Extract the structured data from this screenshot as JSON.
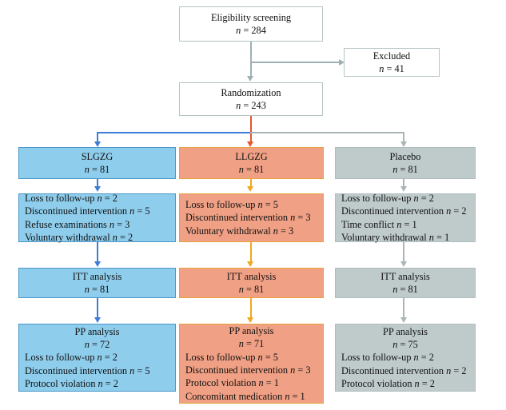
{
  "figure": {
    "kind": "consort-flow-diagram",
    "background": "#ffffff",
    "colors": {
      "group_slgzg_fill": "#8ecdec",
      "group_slgzg_border": "#4a96c8",
      "group_llgzg_fill": "#f0a084",
      "group_llgzg_border": "#e8a33c",
      "group_placebo_fill": "#bfcacb",
      "group_placebo_border": "#b0bcbd",
      "plain_box_fill": "#ffffff",
      "plain_box_border": "#b6c4c6",
      "arrow_blue": "#3b7dd8",
      "arrow_gold": "#f0a81e",
      "arrow_gray": "#a9b5b7",
      "arrow_red": "#e8552a"
    }
  },
  "nodes": {
    "eligibility": {
      "line1": "Eligibility screening",
      "n_label": "n",
      "n_value": " = 284"
    },
    "excluded": {
      "line1": "Excluded",
      "n_label": "n",
      "n_value": " = 41"
    },
    "randomization": {
      "line1": "Randomization",
      "n_label": "n",
      "n_value": " = 243"
    },
    "group_slgzg": {
      "line1": "SLGZG",
      "n_label": "n",
      "n_value": " = 81"
    },
    "group_llgzg": {
      "line1": "LLGZG",
      "n_label": "n",
      "n_value": " = 81"
    },
    "group_placebo": {
      "line1": "Placebo",
      "n_label": "n",
      "n_value": " = 81"
    },
    "attrition_slgzg": {
      "rows": [
        {
          "text": "Loss to follow-up ",
          "n_label": "n",
          "n_value": " = 2"
        },
        {
          "text": "Discontinued intervention ",
          "n_label": "n",
          "n_value": " = 5"
        },
        {
          "text": "Refuse examinations ",
          "n_label": "n",
          "n_value": " = 3"
        },
        {
          "text": "Voluntary withdrawal ",
          "n_label": "n",
          "n_value": " = 2"
        }
      ]
    },
    "attrition_llgzg": {
      "rows": [
        {
          "text": "Loss to follow-up ",
          "n_label": "n",
          "n_value": " = 5"
        },
        {
          "text": "Discontinued intervention ",
          "n_label": "n",
          "n_value": " = 3"
        },
        {
          "text": "Voluntary withdrawal ",
          "n_label": "n",
          "n_value": " = 3"
        }
      ]
    },
    "attrition_placebo": {
      "rows": [
        {
          "text": "Loss to follow-up ",
          "n_label": "n",
          "n_value": " = 2"
        },
        {
          "text": "Discontinued intervention ",
          "n_label": "n",
          "n_value": " = 2"
        },
        {
          "text": "Time conflict ",
          "n_label": "n",
          "n_value": " = 1"
        },
        {
          "text": "Voluntary withdrawal ",
          "n_label": "n",
          "n_value": " = 1"
        }
      ]
    },
    "itt_slgzg": {
      "line1": "ITT analysis",
      "n_label": "n",
      "n_value": " = 81"
    },
    "itt_llgzg": {
      "line1": "ITT analysis",
      "n_label": "n",
      "n_value": " = 81"
    },
    "itt_placebo": {
      "line1": "ITT analysis",
      "n_label": "n",
      "n_value": " = 81"
    },
    "pp_slgzg": {
      "title": "PP analysis",
      "n_label": "n",
      "n_value": " = 72",
      "rows": [
        {
          "text": "Loss to follow-up ",
          "n_label": "n",
          "n_value": " = 2"
        },
        {
          "text": "Discontinued intervention ",
          "n_label": "n",
          "n_value": " = 5"
        },
        {
          "text": "Protocol violation ",
          "n_label": "n",
          "n_value": " = 2"
        }
      ]
    },
    "pp_llgzg": {
      "title": "PP analysis",
      "n_label": "n",
      "n_value": " = 71",
      "rows": [
        {
          "text": "Loss to follow-up ",
          "n_label": "n",
          "n_value": " = 5"
        },
        {
          "text": "Discontinued intervention ",
          "n_label": "n",
          "n_value": " = 3"
        },
        {
          "text": "Protocol violation ",
          "n_label": "n",
          "n_value": " = 1"
        },
        {
          "text": "Concomitant medication ",
          "n_label": "n",
          "n_value": " = 1"
        }
      ]
    },
    "pp_placebo": {
      "title": "PP analysis",
      "n_label": "n",
      "n_value": " = 75",
      "rows": [
        {
          "text": "Loss to follow-up ",
          "n_label": "n",
          "n_value": " = 2"
        },
        {
          "text": "Discontinued intervention ",
          "n_label": "n",
          "n_value": " = 2"
        },
        {
          "text": "Protocol violation ",
          "n_label": "n",
          "n_value": " = 2"
        }
      ]
    }
  }
}
